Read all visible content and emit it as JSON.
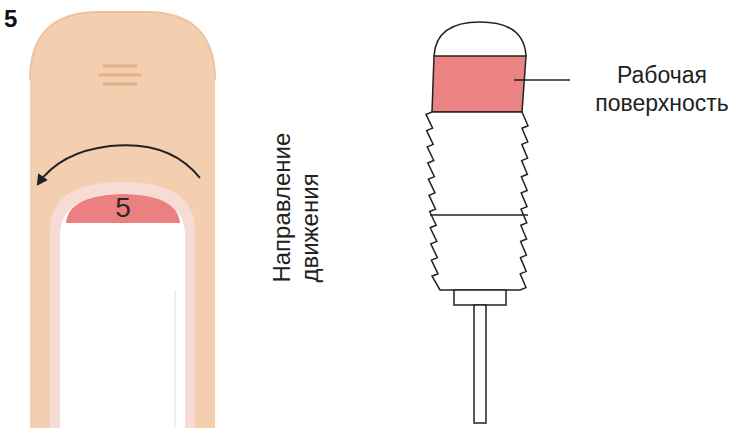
{
  "diagram": {
    "nodes": [
      {
        "text": [
          "5"
        ]
      }
    ],
    "labels": [
      "5",
      "Направление движения",
      "Рабочая поверхность"
    ]
  }
}
